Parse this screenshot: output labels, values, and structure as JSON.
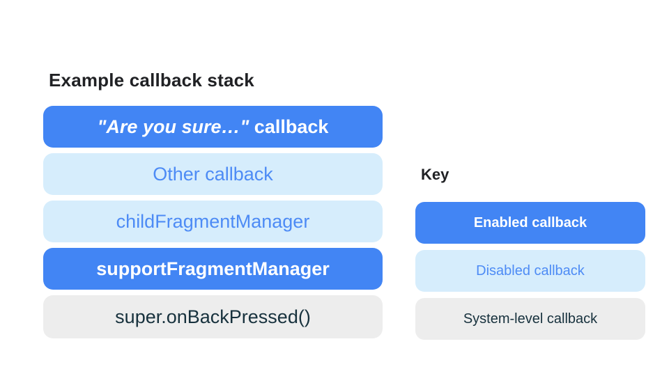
{
  "title": "Example callback stack",
  "stack": {
    "items": [
      {
        "emphasis": "\"Are you sure…\"",
        "rest": " callback",
        "style": "enabled"
      },
      {
        "label": "Other callback",
        "style": "disabled"
      },
      {
        "label": "childFragmentManager",
        "style": "disabled"
      },
      {
        "label": "supportFragmentManager",
        "style": "enabled"
      },
      {
        "label": "super.onBackPressed()",
        "style": "system"
      }
    ]
  },
  "key": {
    "label": "Key",
    "items": [
      {
        "label": "Enabled callback",
        "style": "enabled"
      },
      {
        "label": "Disabled callback",
        "style": "disabled"
      },
      {
        "label": "System-level callback",
        "style": "system"
      }
    ]
  },
  "colors": {
    "enabled_bg": "#4285F4",
    "enabled_text": "#FFFFFF",
    "disabled_bg": "#D6EDFC",
    "disabled_text": "#4D8BF5",
    "system_bg": "#EDEDED",
    "system_text": "#17313D",
    "heading_text": "#202124",
    "background": "#FFFFFF"
  }
}
